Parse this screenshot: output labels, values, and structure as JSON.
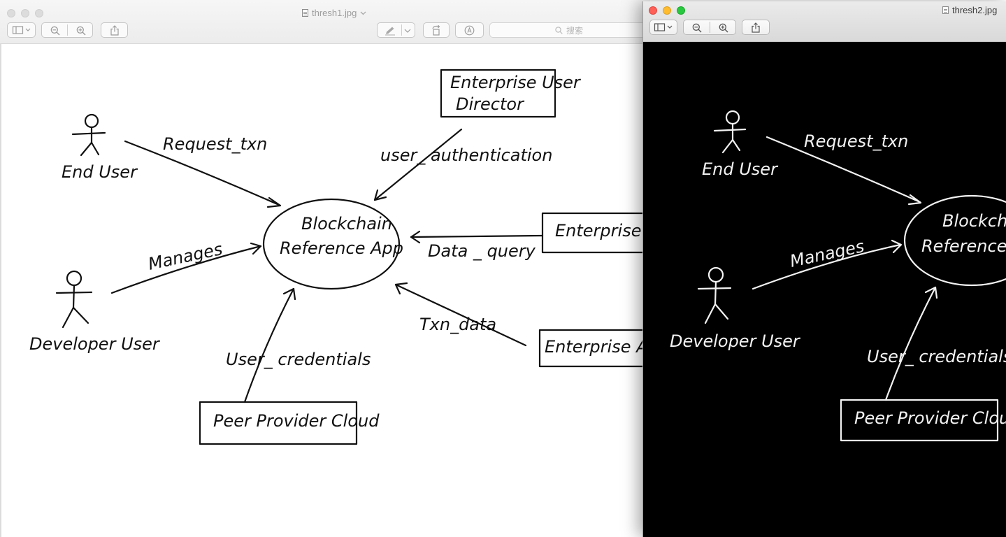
{
  "windows": [
    {
      "id": "w1",
      "title": "thresh1.jpg",
      "active": false,
      "search_placeholder": "搜索",
      "toolbar": [
        "sidebar-icon",
        "zoom-out-icon",
        "zoom-in-icon",
        "share-icon",
        "markup-pen-icon",
        "rotate-icon",
        "annotate-icon"
      ]
    },
    {
      "id": "w2",
      "title": "thresh2.jpg",
      "active": true,
      "toolbar": [
        "sidebar-icon",
        "zoom-out-icon",
        "zoom-in-icon",
        "share-icon"
      ]
    }
  ],
  "diagram": {
    "actors": {
      "end_user": "End User",
      "developer_user": "Developer User"
    },
    "center": {
      "line1": "Blockchain",
      "line2": "Reference App"
    },
    "boxes": {
      "directory_line1": "Enterprise User",
      "directory_line2": "Director",
      "data": "Enterprise Data",
      "apps": "Enterprise Apps",
      "peer": "Peer Provider Cloud"
    },
    "edges": {
      "request": "Request_txn",
      "manages": "Manages",
      "auth": "user_ authentication",
      "query": "Data _ query",
      "txn": "Txn_data",
      "credentials": "User_ credentials"
    }
  },
  "colors": {
    "close": "#fe5f57",
    "minimize": "#febc2e",
    "zoom": "#28c840",
    "inactive_light": "#dcdcdc"
  }
}
